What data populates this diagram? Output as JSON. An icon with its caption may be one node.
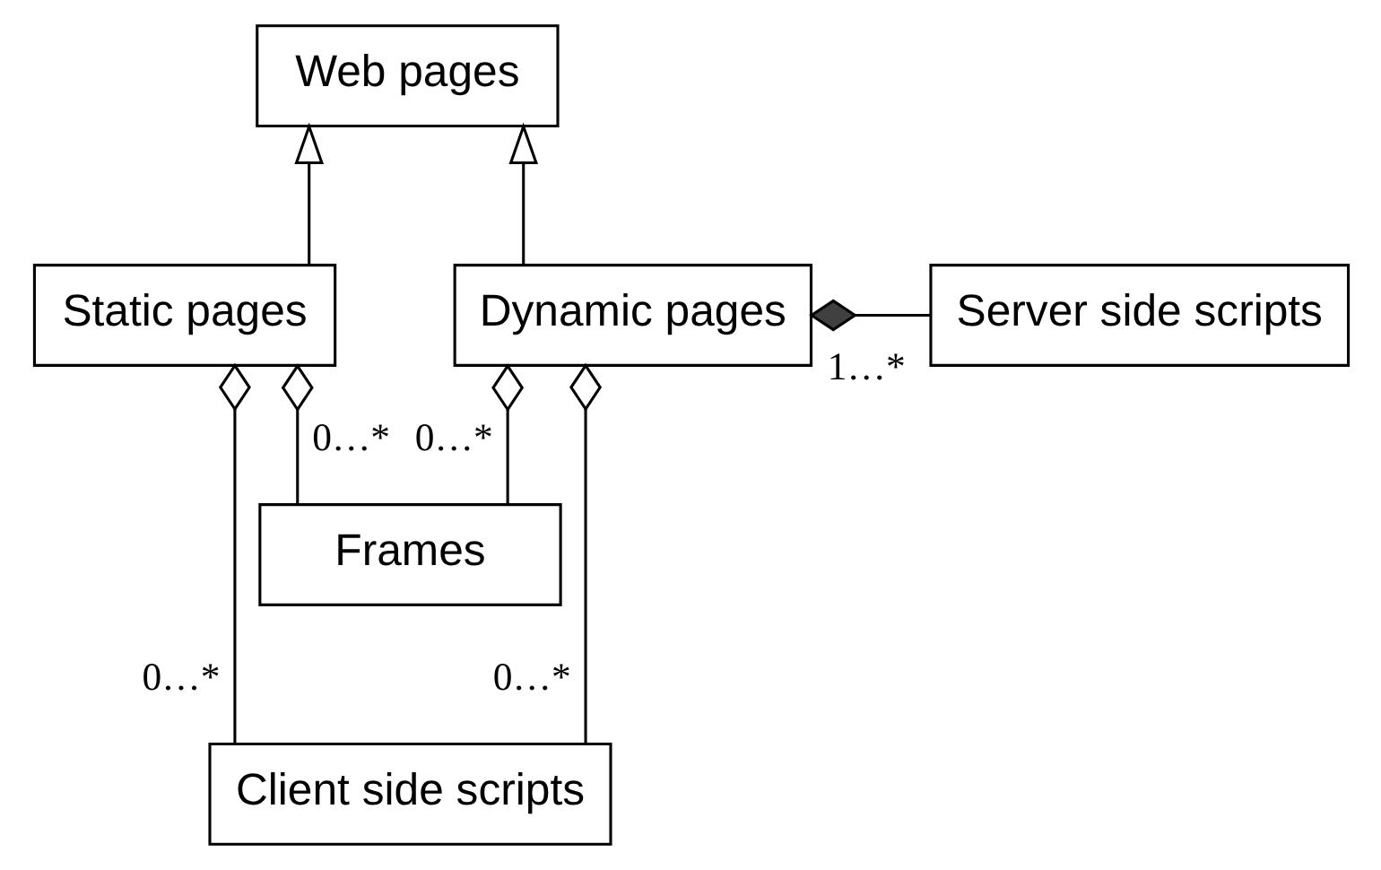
{
  "diagram": {
    "nodes": [
      {
        "text": [
          "Web pages"
        ]
      },
      {
        "text": [
          "Static pages"
        ]
      },
      {
        "text": [
          "Dynamic pages"
        ]
      },
      {
        "text": [
          "Server side scripts"
        ]
      },
      {
        "text": [
          "Frames"
        ]
      },
      {
        "text": [
          "Client side scripts"
        ]
      }
    ],
    "edges": [
      {
        "from": 1,
        "to": 0,
        "arrow": "to"
      },
      {
        "from": 2,
        "to": 0,
        "arrow": "to"
      },
      {
        "from": 2,
        "to": 3,
        "arrow": "other",
        "label": "1…*"
      },
      {
        "from": 1,
        "to": 4,
        "arrow": "other",
        "label": "0…*"
      },
      {
        "from": 1,
        "to": 5,
        "arrow": "other",
        "label": "0…*"
      },
      {
        "from": 2,
        "to": 4,
        "arrow": "other",
        "label": "0…*"
      },
      {
        "from": 2,
        "to": 5,
        "arrow": "other",
        "label": "0…*"
      }
    ]
  }
}
